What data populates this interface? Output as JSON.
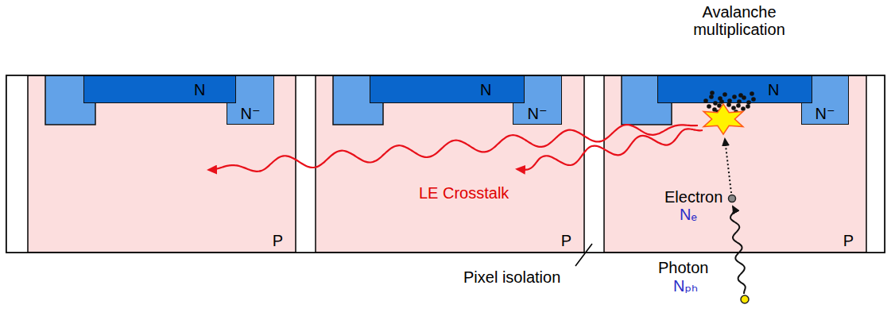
{
  "diagram": {
    "nodes": [
      {
        "text": [
          "P"
        ]
      },
      {
        "text": [
          "N"
        ],
        "in": 0
      },
      {
        "text": [
          "N⁻"
        ],
        "in": 0
      },
      {
        "text": [
          "P"
        ]
      },
      {
        "text": [
          "N"
        ],
        "in": 3
      },
      {
        "text": [
          "N⁻"
        ],
        "in": 3
      },
      {
        "text": [
          "P"
        ]
      },
      {
        "text": [
          "N"
        ],
        "in": 6
      },
      {
        "text": [
          "N⁻"
        ],
        "in": 6
      }
    ],
    "labels": [
      "Avalanche multiplication",
      "LE Crosstalk",
      "Electron",
      "Nₑ",
      "Pixel isolation",
      "Photon",
      "Nₚₕ"
    ]
  }
}
